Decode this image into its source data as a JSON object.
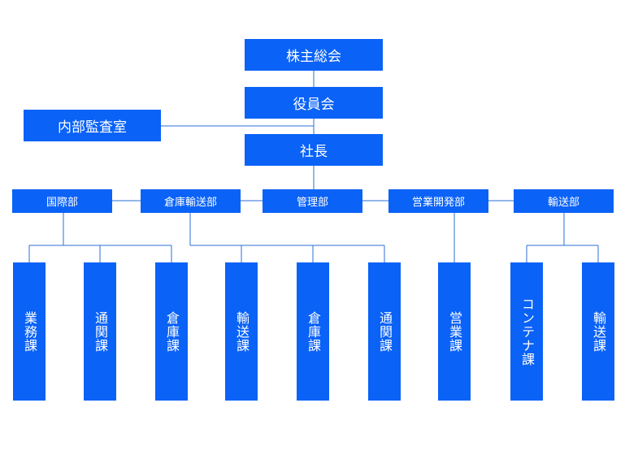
{
  "top": {
    "shareholders": "株主総会",
    "board": "役員会",
    "audit": "内部監査室",
    "president": "社長"
  },
  "departments": {
    "international": "国際部",
    "warehouse_transport": "倉庫輸送部",
    "management": "管理部",
    "sales_dev": "営業開発部",
    "transport": "輸送部"
  },
  "sections": {
    "s1": "業務課",
    "s2": "通関課",
    "s3": "倉庫課",
    "s4": "輸送課",
    "s5": "倉庫課",
    "s6": "通関課",
    "s7": "営業課",
    "s8": "コンテナ課",
    "s9": "輸送課"
  }
}
